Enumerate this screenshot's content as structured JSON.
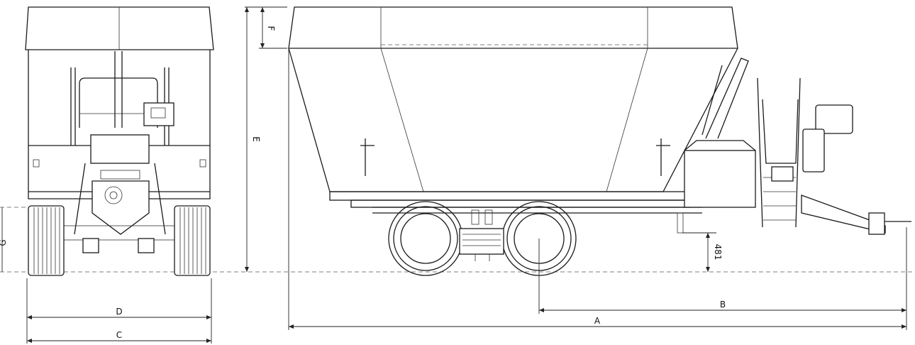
{
  "dimensions": {
    "A": "A",
    "B": "B",
    "C": "C",
    "D": "D",
    "E": "E",
    "F": "F",
    "G": "G",
    "H": "481"
  },
  "colors": {
    "line": "#1a1a1a",
    "background": "#ffffff"
  }
}
